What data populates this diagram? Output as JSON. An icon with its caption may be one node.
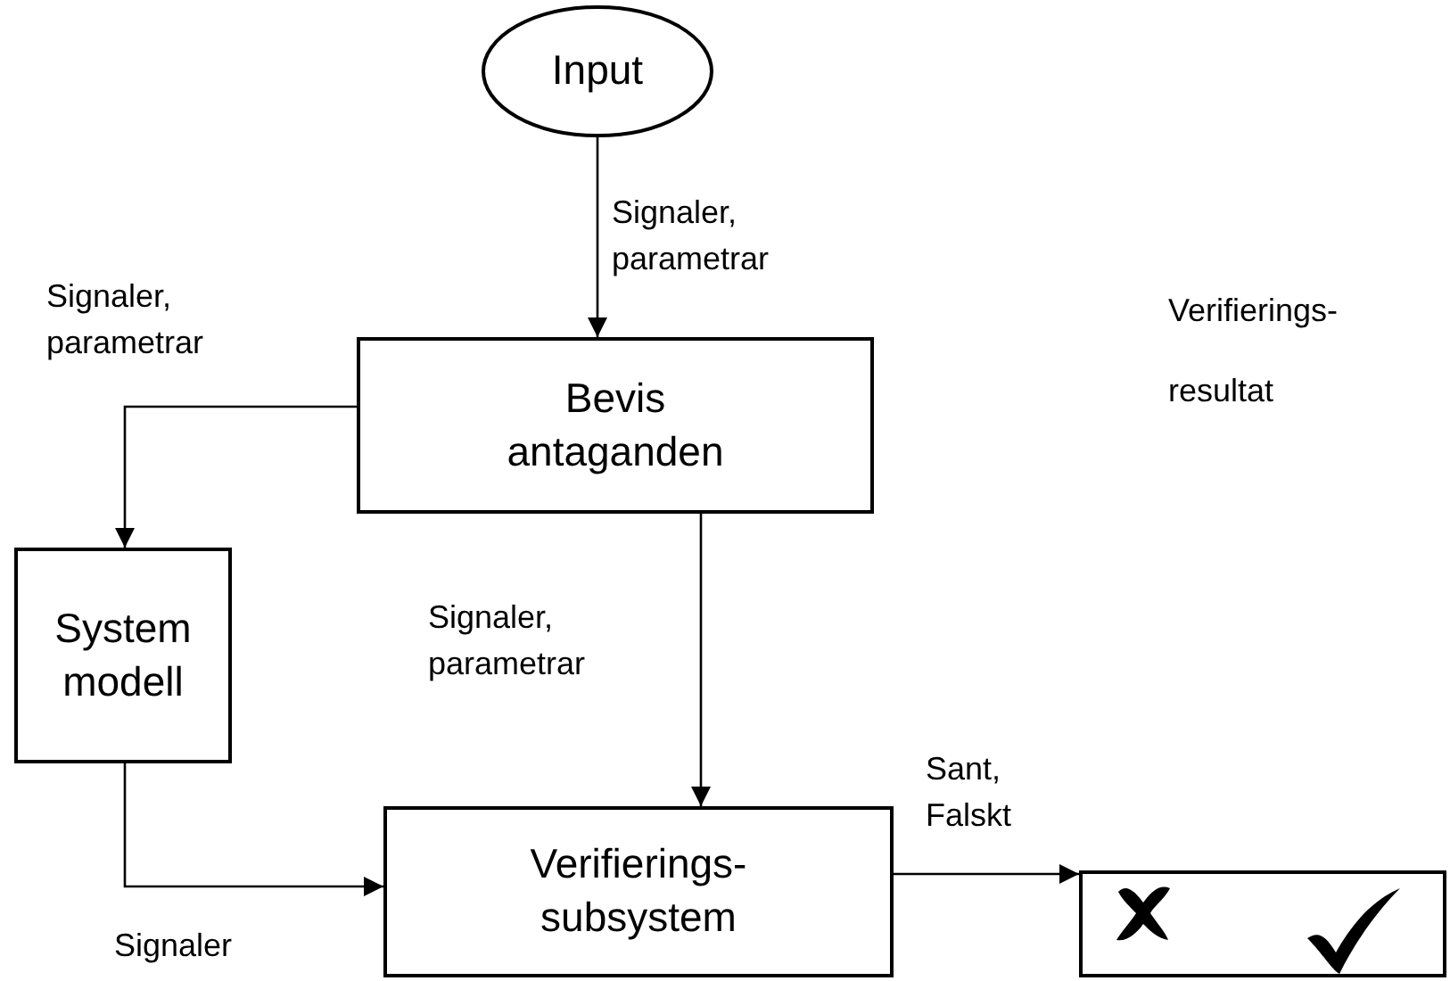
{
  "diagram": {
    "nodes": [
      {
        "text": [
          "Input"
        ]
      },
      {
        "text": [
          "Bevis antaganden"
        ]
      },
      {
        "text": [
          "System modell"
        ]
      },
      {
        "text": [
          "Verifierings- subsystem"
        ]
      },
      {
        "text": [],
        "shape": "box"
      }
    ],
    "edges": [
      {
        "from": 0,
        "to": 1,
        "arrow": "to",
        "label": "Signaler, parametrar"
      },
      {
        "from": 1,
        "to": 2,
        "arrow": "to",
        "label": "Signaler, parametrar"
      },
      {
        "from": 1,
        "to": 3,
        "arrow": "to",
        "label": "Signaler, parametrar"
      },
      {
        "from": 2,
        "to": 3,
        "arrow": "to",
        "label": "Signaler"
      },
      {
        "from": 3,
        "to": 4,
        "arrow": "to",
        "label": "Sant, Falskt"
      }
    ],
    "labels": [
      "Verifierings- resultat"
    ]
  }
}
